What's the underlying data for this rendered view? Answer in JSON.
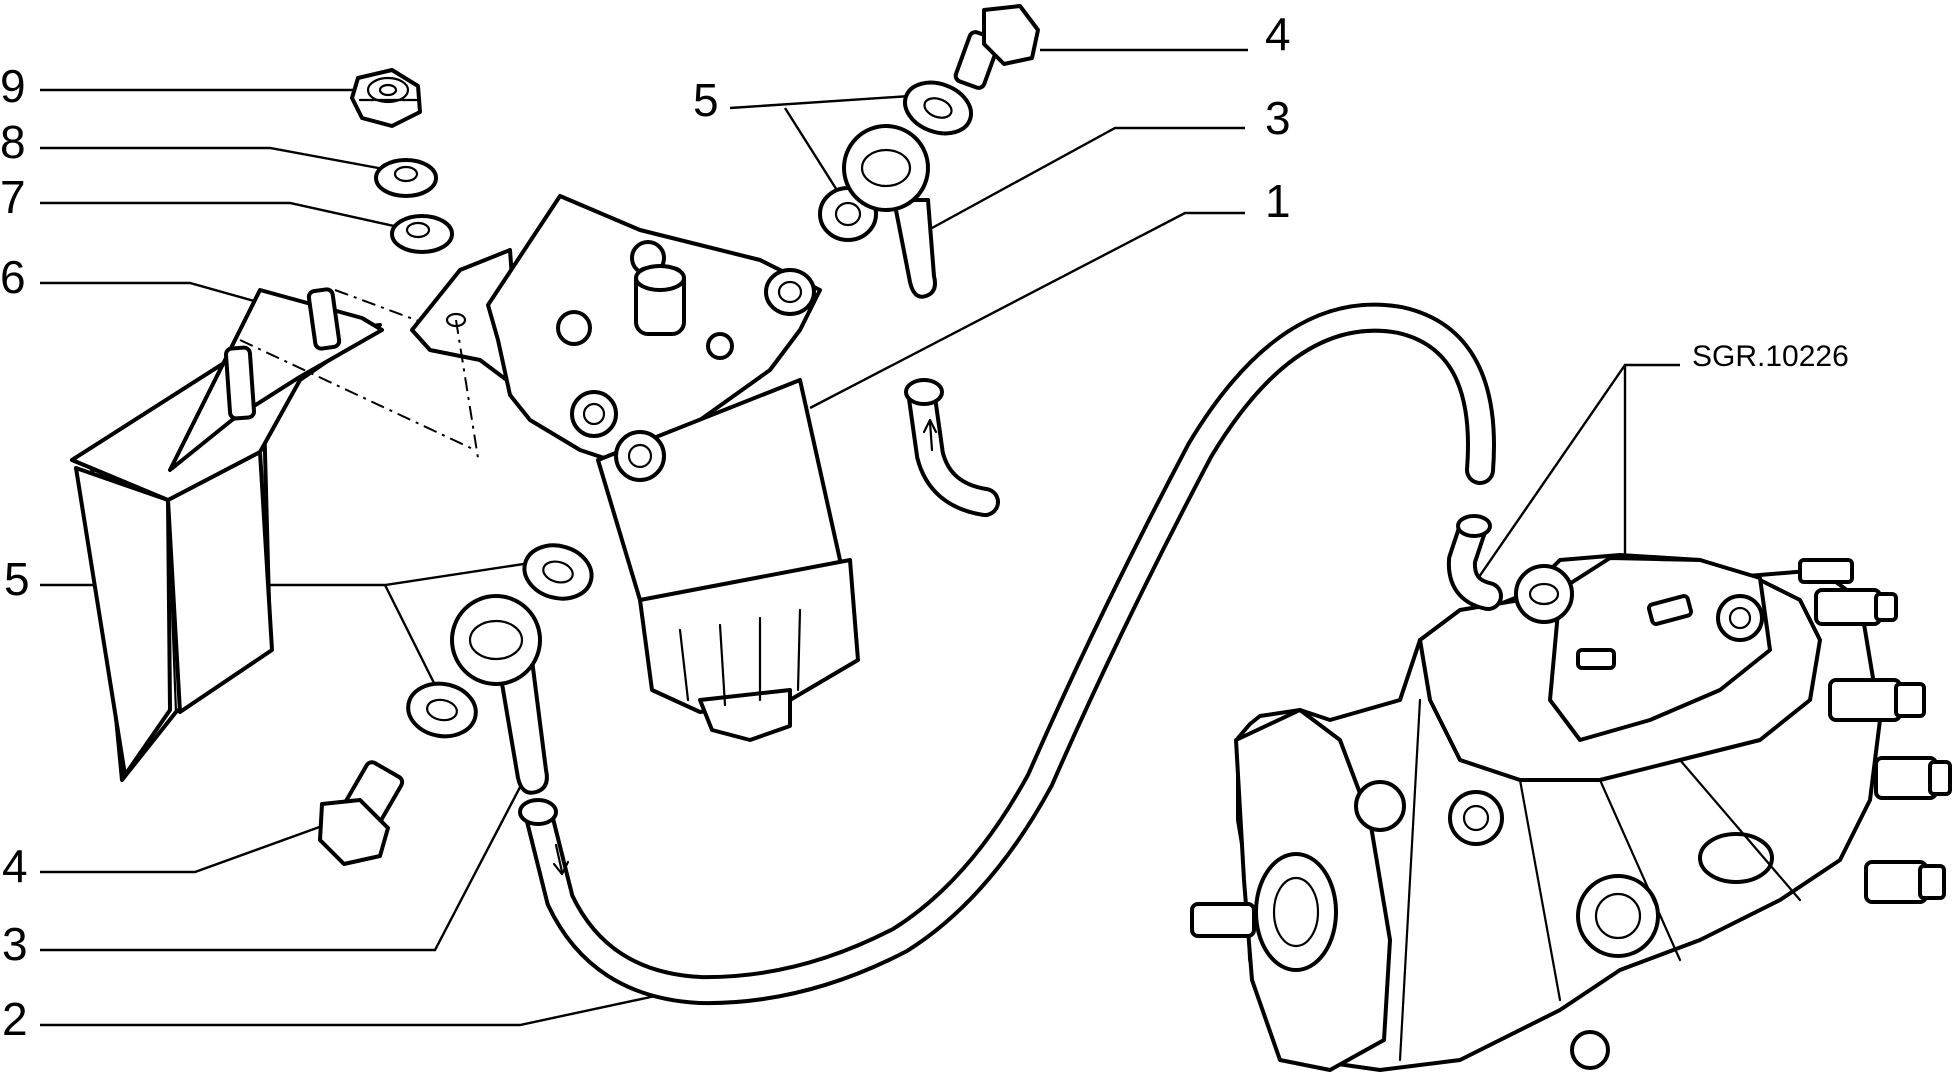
{
  "diagram": {
    "drawing_code": "SGR.10226",
    "callouts": [
      {
        "id": "c9",
        "label": "9"
      },
      {
        "id": "c8",
        "label": "8"
      },
      {
        "id": "c7",
        "label": "7"
      },
      {
        "id": "c6",
        "label": "6"
      },
      {
        "id": "c5-left",
        "label": "5"
      },
      {
        "id": "c4-left",
        "label": "4"
      },
      {
        "id": "c3-left",
        "label": "3"
      },
      {
        "id": "c2",
        "label": "2"
      },
      {
        "id": "c5-top",
        "label": "5"
      },
      {
        "id": "c4-top",
        "label": "4"
      },
      {
        "id": "c3-top",
        "label": "3"
      },
      {
        "id": "c1",
        "label": "1"
      }
    ]
  }
}
